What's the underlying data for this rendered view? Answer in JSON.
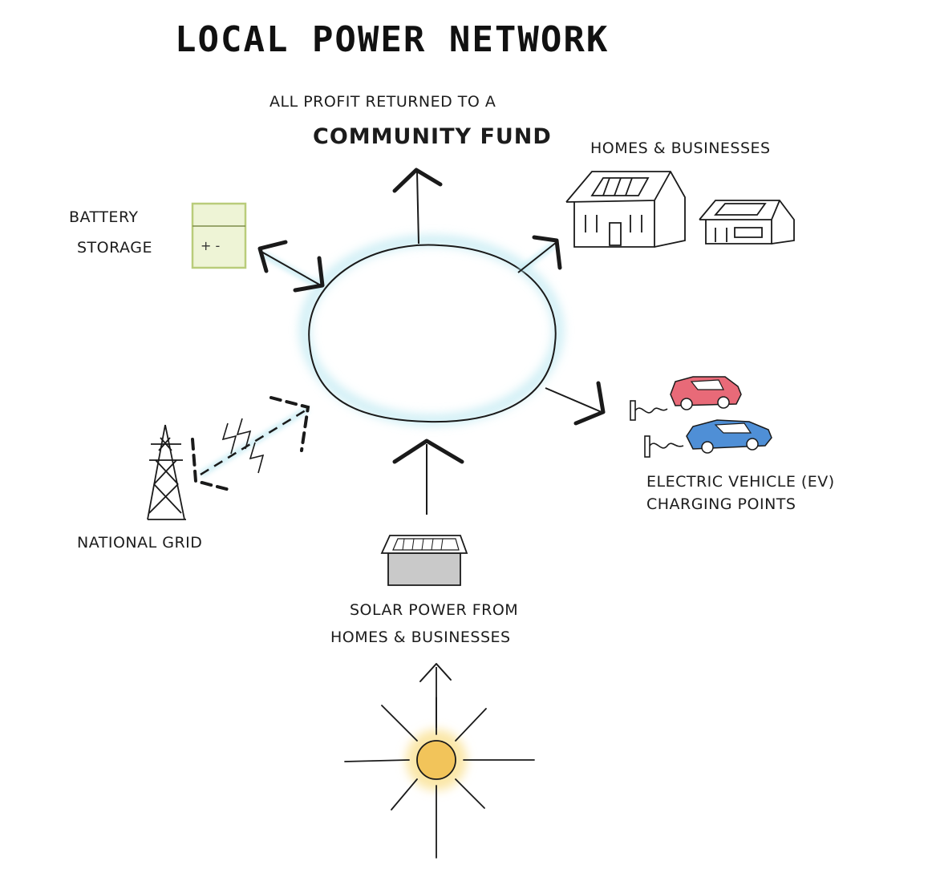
{
  "diagram": {
    "title": "LOCAL POWER NETWORK",
    "community": {
      "line1": "ALL PROFIT RETURNED TO A",
      "line2": "COMMUNITY FUND"
    },
    "homes_label": "HOMES & BUSINESSES",
    "battery": {
      "line1": "BATTERY",
      "line2": "STORAGE",
      "symbol": "+ -"
    },
    "ev": {
      "line1": "ELECTRIC VEHICLE (EV)",
      "line2": "CHARGING POINTS"
    },
    "grid_label": "NATIONAL GRID",
    "solar": {
      "line1": "SOLAR POWER FROM",
      "line2": "HOMES & BUSINESSES"
    },
    "colors": {
      "hub_glow": "#bfe9f2",
      "battery_fill": "#eef4d6",
      "battery_stroke": "#b9cc7a",
      "red_car": "#e86a78",
      "blue_car": "#4f8fd6",
      "sun_fill": "#f2c45a",
      "sun_glow": "#fbe7a8",
      "building_fill": "#c9c9c9"
    }
  }
}
